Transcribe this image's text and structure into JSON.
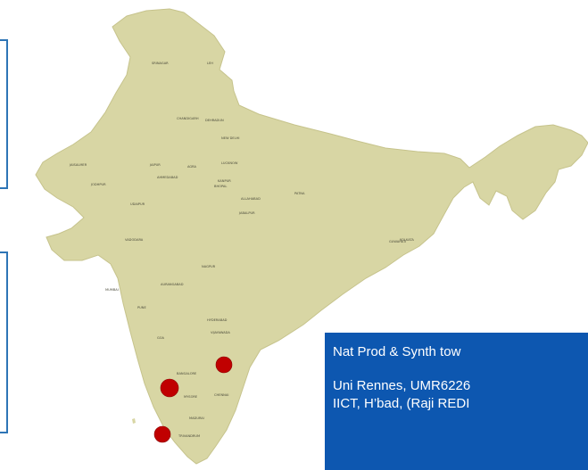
{
  "colors": {
    "land": "#d8d6a4",
    "land_edge": "#c6c38c",
    "site_marker": "#c00000",
    "panel_border": "#2e75b6",
    "info_box_bg": "#0d57b0",
    "info_box_text": "#ffffff"
  },
  "map_labels": [
    "SRINAGAR",
    "LEH",
    "CHANDIGARH",
    "DEHRADUN",
    "NEW DELHI",
    "JAISALMER",
    "JODHPUR",
    "JAIPUR",
    "AGRA",
    "LUCKNOW",
    "ALLAHABAD",
    "KANPUR",
    "PATNA",
    "GUWAHATI",
    "AHMEDABAD",
    "UDAIPUR",
    "BHOPAL",
    "JABALPUR",
    "KOLKATA",
    "VADODARA",
    "MUMBAI",
    "PUNE",
    "AURANGABAD",
    "NAGPUR",
    "HYDERABAD",
    "VIJAYAWADA",
    "GOA",
    "BANGALORE",
    "CHENNAI",
    "MYSORE",
    "MADURAI",
    "TRIVANDRUM"
  ],
  "info_box": {
    "line1": "Nat Prod & Synth tow",
    "line2": "Uni Rennes, UMR6226",
    "line3": "IICT, H’bad, (Raji REDI"
  }
}
